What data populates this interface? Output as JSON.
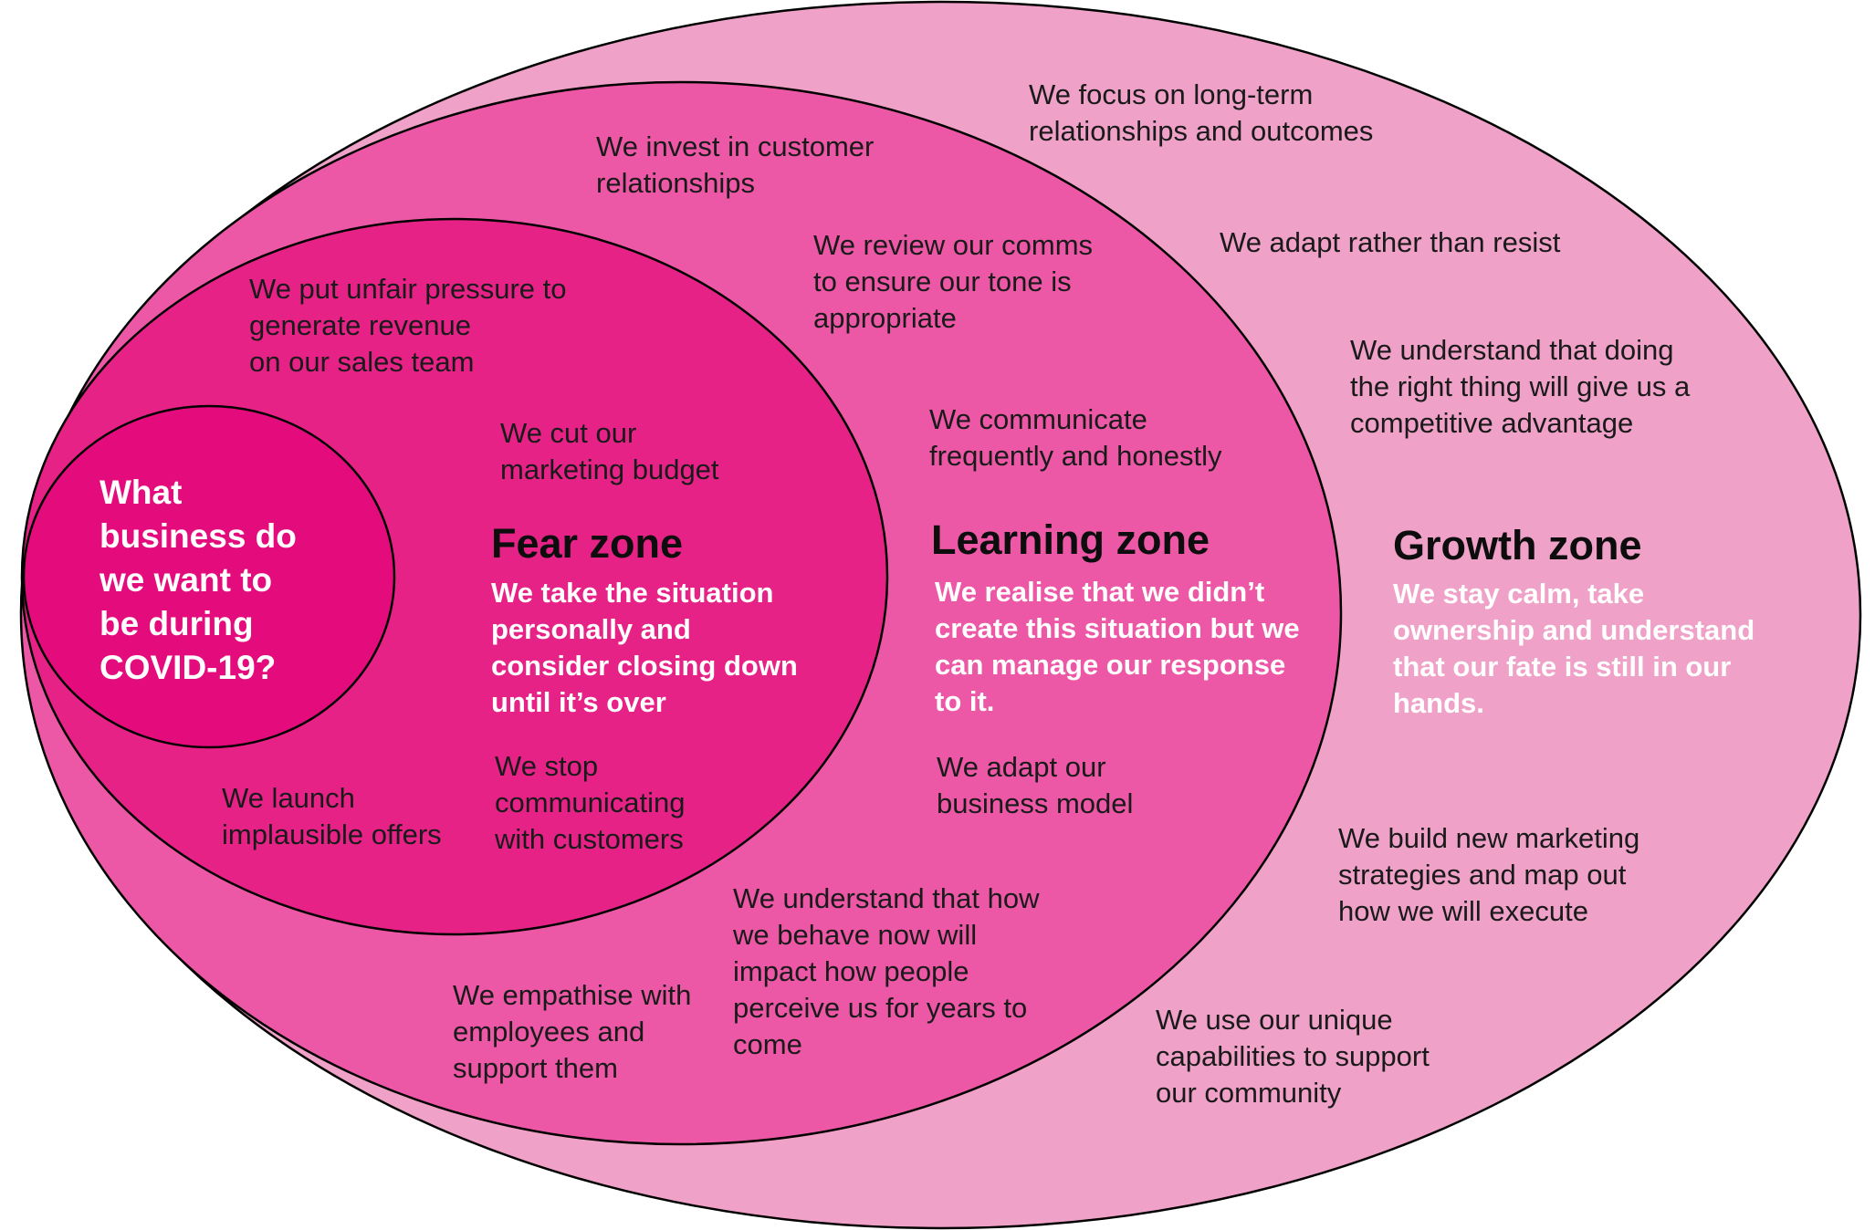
{
  "colors": {
    "growth_fill": "#f0a1c8",
    "learning_fill": "#ec58a6",
    "fear_fill": "#e62287",
    "core_fill": "#e40c7c",
    "outline": "#000000"
  },
  "core": {
    "question": "What\nbusiness do\nwe want to\nbe during\nCOVID-19?"
  },
  "fear_zone": {
    "title": "Fear zone",
    "description": "We take the situation\npersonally and\nconsider closing down\nuntil it’s over",
    "items": [
      "We put unfair pressure to\ngenerate revenue\non our sales team",
      "We cut our\nmarketing budget",
      "We stop\ncommunicating\nwith customers",
      "We launch\nimplausible offers"
    ]
  },
  "learning_zone": {
    "title": "Learning zone",
    "description": "We realise that we didn’t\ncreate this situation but we\ncan manage our response\nto it.",
    "items": [
      "We invest in customer\nrelationships",
      "We review our comms\nto ensure our tone is\nappropriate",
      "We communicate\nfrequently and honestly",
      "We adapt our\nbusiness model",
      "We understand that how\nwe behave now will\nimpact how people\nperceive us for years to\ncome",
      "We empathise with\nemployees and\nsupport them"
    ]
  },
  "growth_zone": {
    "title": "Growth zone",
    "description": "We stay calm, take\nownership and understand\nthat our fate is still in our\nhands.",
    "items": [
      "We focus on long-term\nrelationships and outcomes",
      "We adapt rather than resist",
      "We understand that doing\nthe right thing will give us a\ncompetitive advantage",
      "We build new marketing\nstrategies and map out\nhow we will execute",
      "We use our unique\ncapabilities to support\nour community"
    ]
  }
}
